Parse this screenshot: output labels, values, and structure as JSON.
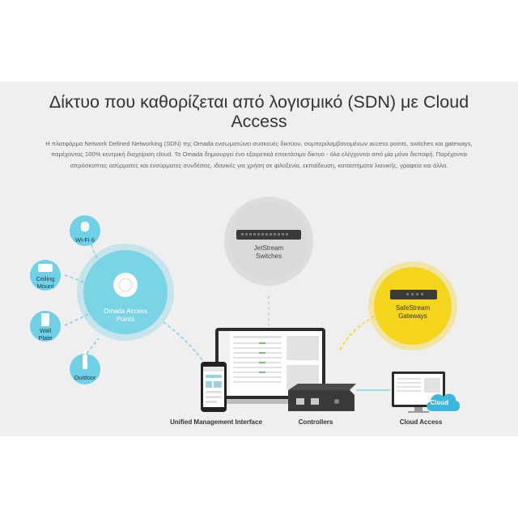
{
  "heading": "Δίκτυο που καθορίζεται από λογισμικό (SDN) με Cloud Access",
  "description": "Η πλατφόρμα Network Defined Networking (SDN) της Omada ενσωματώνει συσκευές δικτύου, συμπεριλαμβανομένων access points, switches και gateways, παρέχοντας 100% κεντρική διαχείριση cloud. Το Omada δημιουργεί ένα εξαιρετικά επεκτάσιμο δίκτυο - όλα ελέγχονται από μία μόνο διεπαφή. Παρέχονται απρόσκοπτες ασύρματες και ενσύρματες συνδέσεις, ιδανικές για χρήση σε φιλοξενία, εκπαίδευση, καταστήματα λιανικής, γραφεία και άλλα.",
  "nodes": {
    "ap_hub": "Omada Access Points",
    "wifi6": "Wi-Fi 6",
    "ceiling": "Ceiling Mount",
    "wall": "Wall Plate",
    "outdoor": "Outdoor",
    "jetstream": "JetStream Switches",
    "safestream": "SafeStream Gateways",
    "umi": "Unified Management Interface",
    "controllers": "Controllers",
    "cloud_access": "Cloud Access",
    "cloud_badge": "Cloud"
  },
  "colors": {
    "ap_circle": "#5bc4dc",
    "ap_small": "#6fd0e6",
    "gateway_circle": "#f5d41c",
    "switch_circle": "#d9d9d9",
    "cloud": "#39b7de",
    "panel_bg": "#efefef"
  },
  "icons": [
    "wifi-icon",
    "ceiling-mount-icon",
    "wall-plate-icon",
    "outdoor-ap-icon",
    "switch-device-icon",
    "gateway-device-icon",
    "laptop-icon",
    "phone-icon",
    "controller-device-icon",
    "monitor-icon",
    "cloud-icon"
  ]
}
